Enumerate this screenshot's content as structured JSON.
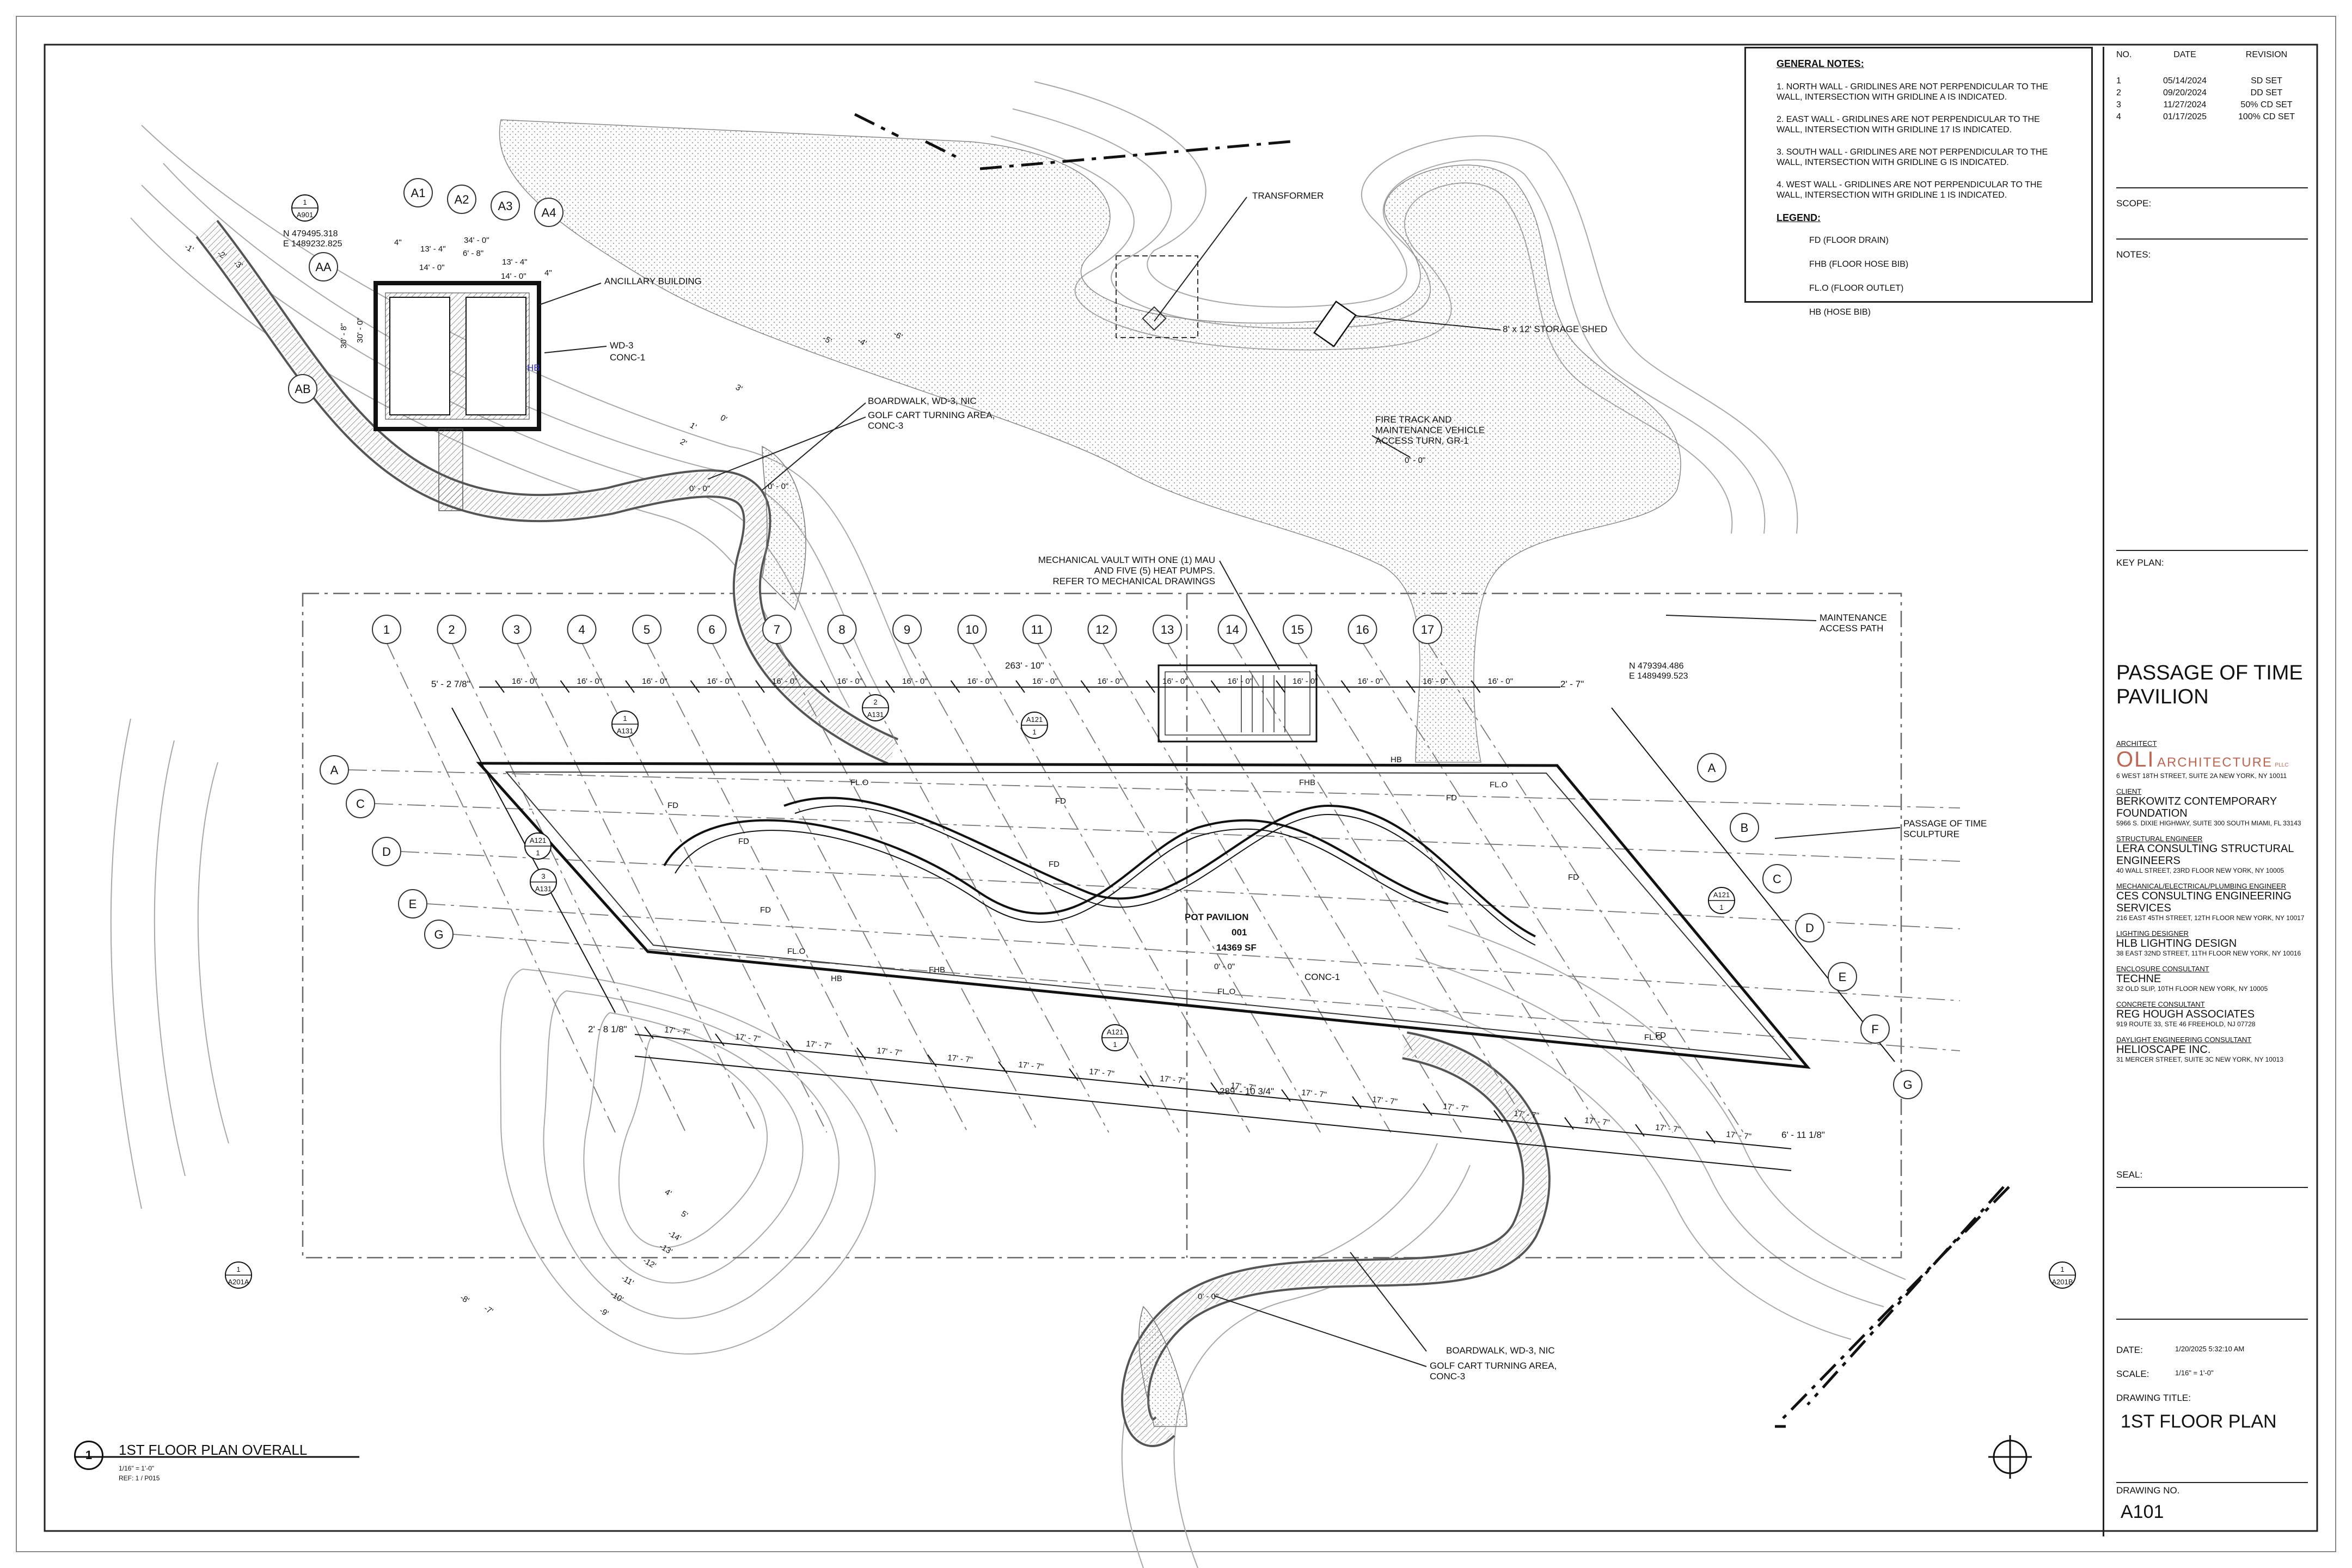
{
  "notes": {
    "heading": "GENERAL NOTES:",
    "items": [
      "1. NORTH WALL - GRIDLINES ARE NOT PERPENDICULAR TO THE WALL, INTERSECTION WITH GRIDLINE A IS INDICATED.",
      "2. EAST WALL - GRIDLINES ARE NOT PERPENDICULAR TO THE WALL, INTERSECTION WITH GRIDLINE 17 IS INDICATED.",
      "3. SOUTH WALL - GRIDLINES ARE NOT PERPENDICULAR TO THE WALL, INTERSECTION WITH GRIDLINE G IS INDICATED.",
      "4. WEST WALL - GRIDLINES ARE NOT PERPENDICULAR TO THE WALL, INTERSECTION WITH GRIDLINE 1 IS INDICATED."
    ],
    "legend_heading": "LEGEND:",
    "legend": [
      "FD (FLOOR DRAIN)",
      "FHB (FLOOR HOSE BIB)",
      "FL.O (FLOOR OUTLET)",
      "HB (HOSE BIB)"
    ]
  },
  "title_block": {
    "rev_headers": [
      "NO.",
      "DATE",
      "REVISION"
    ],
    "revisions": [
      {
        "no": "1",
        "date": "05/14/2024",
        "rev": "SD SET"
      },
      {
        "no": "2",
        "date": "09/20/2024",
        "rev": "DD SET"
      },
      {
        "no": "3",
        "date": "11/27/2024",
        "rev": "50% CD SET"
      },
      {
        "no": "4",
        "date": "01/17/2025",
        "rev": "100% CD SET"
      }
    ],
    "scope_label": "SCOPE:",
    "notes_label": "NOTES:",
    "key_plan_label": "KEY PLAN:",
    "project_title": "PASSAGE OF TIME PAVILION",
    "architect_role": "ARCHITECT",
    "architect_logo": "OLI",
    "architect_name": "ARCHITECTURE",
    "architect_suffix": "PLLC",
    "architect_address": "6 WEST 18TH STREET, SUITE 2A NEW YORK, NY 10011",
    "consultants": [
      {
        "role": "CLIENT",
        "name": "BERKOWITZ CONTEMPORARY FOUNDATION",
        "address": "5966 S. DIXIE HIGHWAY, SUITE 300 SOUTH MIAMI, FL 33143"
      },
      {
        "role": "STRUCTURAL ENGINEER",
        "name": "LERA CONSULTING STRUCTURAL ENGINEERS",
        "address": "40 WALL STREET, 23RD FLOOR NEW YORK, NY 10005"
      },
      {
        "role": "MECHANICAL/ELECTRICAL/PLUMBING ENGINEER",
        "name": "CES CONSULTING ENGINEERING SERVICES",
        "address": "216 EAST 45TH STREET, 12TH FLOOR NEW YORK, NY 10017"
      },
      {
        "role": "LIGHTING DESIGNER",
        "name": "HLB LIGHTING DESIGN",
        "address": "38 EAST 32ND STREET, 11TH FLOOR NEW YORK, NY 10016"
      },
      {
        "role": "ENCLOSURE CONSULTANT",
        "name": "TECHNE",
        "address": "32 OLD SLIP, 10TH FLOOR NEW YORK, NY 10005"
      },
      {
        "role": "CONCRETE CONSULTANT",
        "name": "REG HOUGH ASSOCIATES",
        "address": "919 ROUTE 33, STE 46 FREEHOLD, NJ 07728"
      },
      {
        "role": "DAYLIGHT ENGINEERING CONSULTANT",
        "name": "HELIOSCAPE INC.",
        "address": "31 MERCER STREET, SUITE 3C NEW YORK, NY 10013"
      }
    ],
    "seal_label": "SEAL:",
    "date_label": "DATE:",
    "date_value": "1/20/2025 5:32:10 AM",
    "scale_label": "SCALE:",
    "scale_value": "1/16\" = 1'-0\"",
    "drawing_title_label": "DRAWING TITLE:",
    "drawing_title": "1ST FLOOR PLAN",
    "drawing_no_label": "DRAWING NO.",
    "drawing_no": "A101"
  },
  "drawing": {
    "number": "1",
    "title": "1ST FLOOR PLAN OVERALL",
    "scale": "1/16\" = 1'-0\"",
    "ref": "REF: 1 / P015",
    "grid_numbers": [
      "1",
      "2",
      "3",
      "4",
      "5",
      "6",
      "7",
      "8",
      "9",
      "10",
      "11",
      "12",
      "13",
      "14",
      "15",
      "16",
      "17"
    ],
    "grid_letters_left": [
      "A",
      "C",
      "D",
      "E",
      "G"
    ],
    "grid_letters_right": [
      "A",
      "B",
      "C",
      "D",
      "E",
      "F",
      "G"
    ],
    "anc_grid": [
      "A1",
      "A2",
      "A3",
      "A4"
    ],
    "anc_rows": [
      "AA",
      "AB"
    ],
    "dim_top": [
      "16' - 0\"",
      "16' - 0\"",
      "16' - 0\"",
      "16' - 0\"",
      "16' - 0\"",
      "16' - 0\"",
      "16' - 0\"",
      "16' - 0\"",
      "16' - 0\"",
      "16' - 0\"",
      "16' - 0\"",
      "16' - 0\"",
      "16' - 0\"",
      "16' - 0\"",
      "16' - 0\"",
      "16' - 0\""
    ],
    "dim_top_total": "263' - 10\"",
    "dim_top_left": "5' - 2 7/8\"",
    "dim_top_right": "2' - 7\"",
    "dim_bottom": [
      "17' - 7\"",
      "17' - 7\"",
      "17' - 7\"",
      "17' - 7\"",
      "17' - 7\"",
      "17' - 7\"",
      "17' - 7\"",
      "17' - 7\"",
      "17' - 7\"",
      "17' - 7\"",
      "17' - 7\"",
      "17' - 7\"",
      "17' - 7\"",
      "17' - 7\"",
      "17' - 7\"",
      "17' - 7\""
    ],
    "dim_bottom_total": "289' - 10 3/4\"",
    "dim_bottom_left": "2' - 8 1/8\"",
    "dim_bottom_right": "6' - 11 1/8\"",
    "anc_dims": {
      "a": "13' - 4\"",
      "b": "34' - 0\"",
      "c": "13' - 4\"",
      "d": "14' - 0\"",
      "e": "6' - 8\"",
      "f": "14' - 0\"",
      "g": "4\"",
      "h": "4\"",
      "v1": "30' - 8\"",
      "v2": "30' - 0\""
    },
    "coord_left": "N 479495.318\nE 1489232.825",
    "coord_right": "N 479394.486\nE 1489499.523",
    "labels": {
      "transformer": "TRANSFORMER",
      "ancillary": "ANCILLARY BUILDING",
      "wd3": "WD-3",
      "conc1": "CONC-1",
      "hb": "HB",
      "boardwalk1": "BOARDWALK, WD-3, NIC",
      "golf1": "GOLF CART TURNING AREA,\nCONC-3",
      "storage": "8' x 12' STORAGE SHED",
      "firetrack": "FIRE TRACK AND\nMAINTENANCE VEHICLE\nACCESS TURN, GR-1",
      "mech": "MECHANICAL VAULT WITH ONE (1) MAU\nAND FIVE (5) HEAT PUMPS.\nREFER TO MECHANICAL DRAWINGS",
      "maint": "MAINTENANCE\nACCESS PATH",
      "sculpture": "PASSAGE OF TIME\nSCULPTURE",
      "room_name": "POT PAVILION",
      "room_no": "001",
      "room_area": "14369 SF",
      "conc1b": "CONC-1",
      "boardwalk2": "BOARDWALK, WD-3, NIC",
      "golf2": "GOLF CART TURNING AREA,\nCONC-3",
      "fd": "FD",
      "fhb": "FHB",
      "flo": "FL.O",
      "zero": "0' - 0\"",
      "sec_num": "1",
      "sec_a901": "A901",
      "sec_a201a": "A201A",
      "sec_a201b": "A201B",
      "sec_a121": "A121",
      "sec_a131": "A131",
      "sec_2": "2",
      "sec_3": "3"
    },
    "contours": [
      "-1'",
      "-2'",
      "-3'",
      "-4'",
      "-5'",
      "-6'",
      "0'",
      "1'",
      "2'",
      "3'",
      "4'",
      "5'",
      "-14'",
      "-13'",
      "-12'",
      "-11'",
      "-10'",
      "-9'",
      "-8'",
      "-7'"
    ]
  },
  "colors": {
    "ink": "#111111",
    "light": "#9a9a9a",
    "logo": "#c0654f"
  }
}
